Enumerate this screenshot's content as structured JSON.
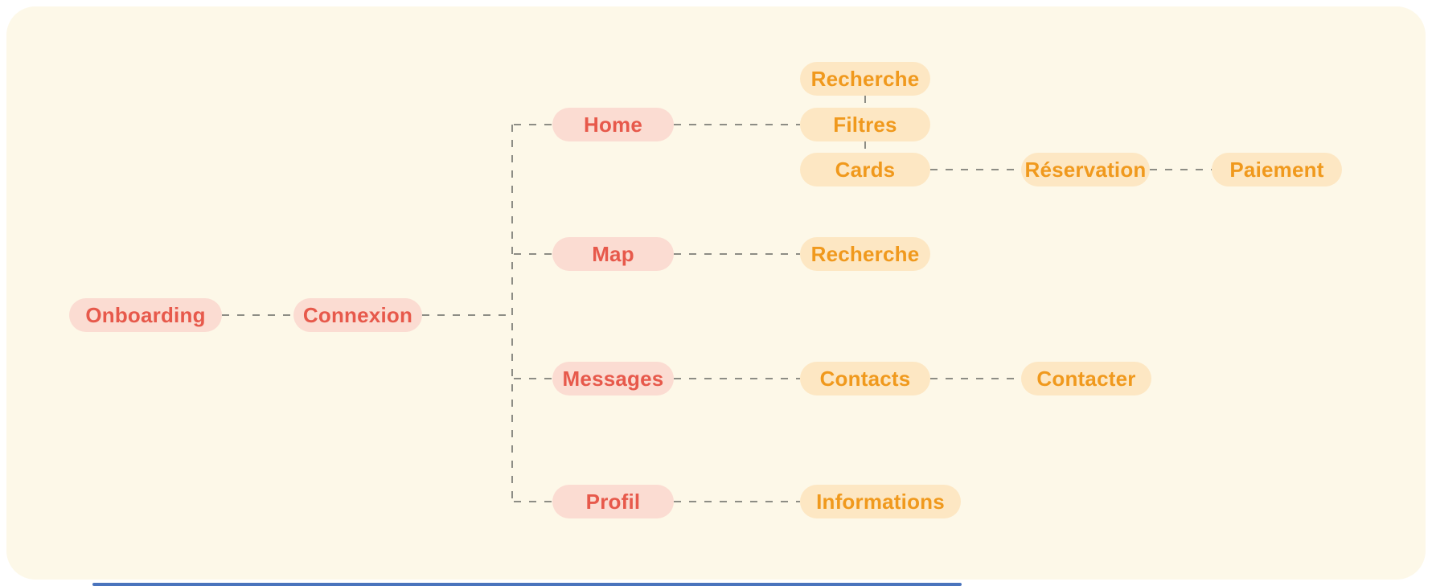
{
  "diagram": {
    "colors": {
      "canvas_bg": "#fdf8e8",
      "page_bg": "#ffffff",
      "primary_bg": "#fbdcd2",
      "primary_text": "#e7594b",
      "secondary_bg": "#fde7c3",
      "secondary_text": "#f0991d",
      "connector": "#8d8d85",
      "bottom_bar": "#4a74bd"
    },
    "nodes": [
      {
        "id": "onboarding",
        "label": "Onboarding",
        "type": "primary"
      },
      {
        "id": "connexion",
        "label": "Connexion",
        "type": "primary"
      },
      {
        "id": "home",
        "label": "Home",
        "type": "primary"
      },
      {
        "id": "map",
        "label": "Map",
        "type": "primary"
      },
      {
        "id": "messages",
        "label": "Messages",
        "type": "primary"
      },
      {
        "id": "profil",
        "label": "Profil",
        "type": "primary"
      },
      {
        "id": "recherche-home",
        "label": "Recherche",
        "type": "secondary"
      },
      {
        "id": "filtres",
        "label": "Filtres",
        "type": "secondary"
      },
      {
        "id": "cards",
        "label": "Cards",
        "type": "secondary"
      },
      {
        "id": "reservation",
        "label": "Réservation",
        "type": "secondary"
      },
      {
        "id": "paiement",
        "label": "Paiement",
        "type": "secondary"
      },
      {
        "id": "recherche-map",
        "label": "Recherche",
        "type": "secondary"
      },
      {
        "id": "contacts",
        "label": "Contacts",
        "type": "secondary"
      },
      {
        "id": "contacter",
        "label": "Contacter",
        "type": "secondary"
      },
      {
        "id": "informations",
        "label": "Informations",
        "type": "secondary"
      }
    ],
    "edges": [
      {
        "name": "onboarding-connexion",
        "from": "onboarding",
        "to": "connexion"
      },
      {
        "name": "connexion-trunk",
        "from": "connexion",
        "to": "trunk"
      },
      {
        "name": "trunk",
        "from": "connexion",
        "to": "branches"
      },
      {
        "name": "trunk-home",
        "from": "trunk",
        "to": "home"
      },
      {
        "name": "trunk-map",
        "from": "trunk",
        "to": "map"
      },
      {
        "name": "trunk-messages",
        "from": "trunk",
        "to": "messages"
      },
      {
        "name": "trunk-profil",
        "from": "trunk",
        "to": "profil"
      },
      {
        "name": "home-filtres",
        "from": "home",
        "to": "filtres"
      },
      {
        "name": "recherche-filtres",
        "from": "recherche-home",
        "to": "filtres"
      },
      {
        "name": "filtres-cards",
        "from": "filtres",
        "to": "cards"
      },
      {
        "name": "cards-reservation",
        "from": "cards",
        "to": "reservation"
      },
      {
        "name": "reservation-paiement",
        "from": "reservation",
        "to": "paiement"
      },
      {
        "name": "map-recherche",
        "from": "map",
        "to": "recherche-map"
      },
      {
        "name": "messages-contacts",
        "from": "messages",
        "to": "contacts"
      },
      {
        "name": "contacts-contacter",
        "from": "contacts",
        "to": "contacter"
      },
      {
        "name": "profil-informations",
        "from": "profil",
        "to": "informations"
      }
    ]
  }
}
